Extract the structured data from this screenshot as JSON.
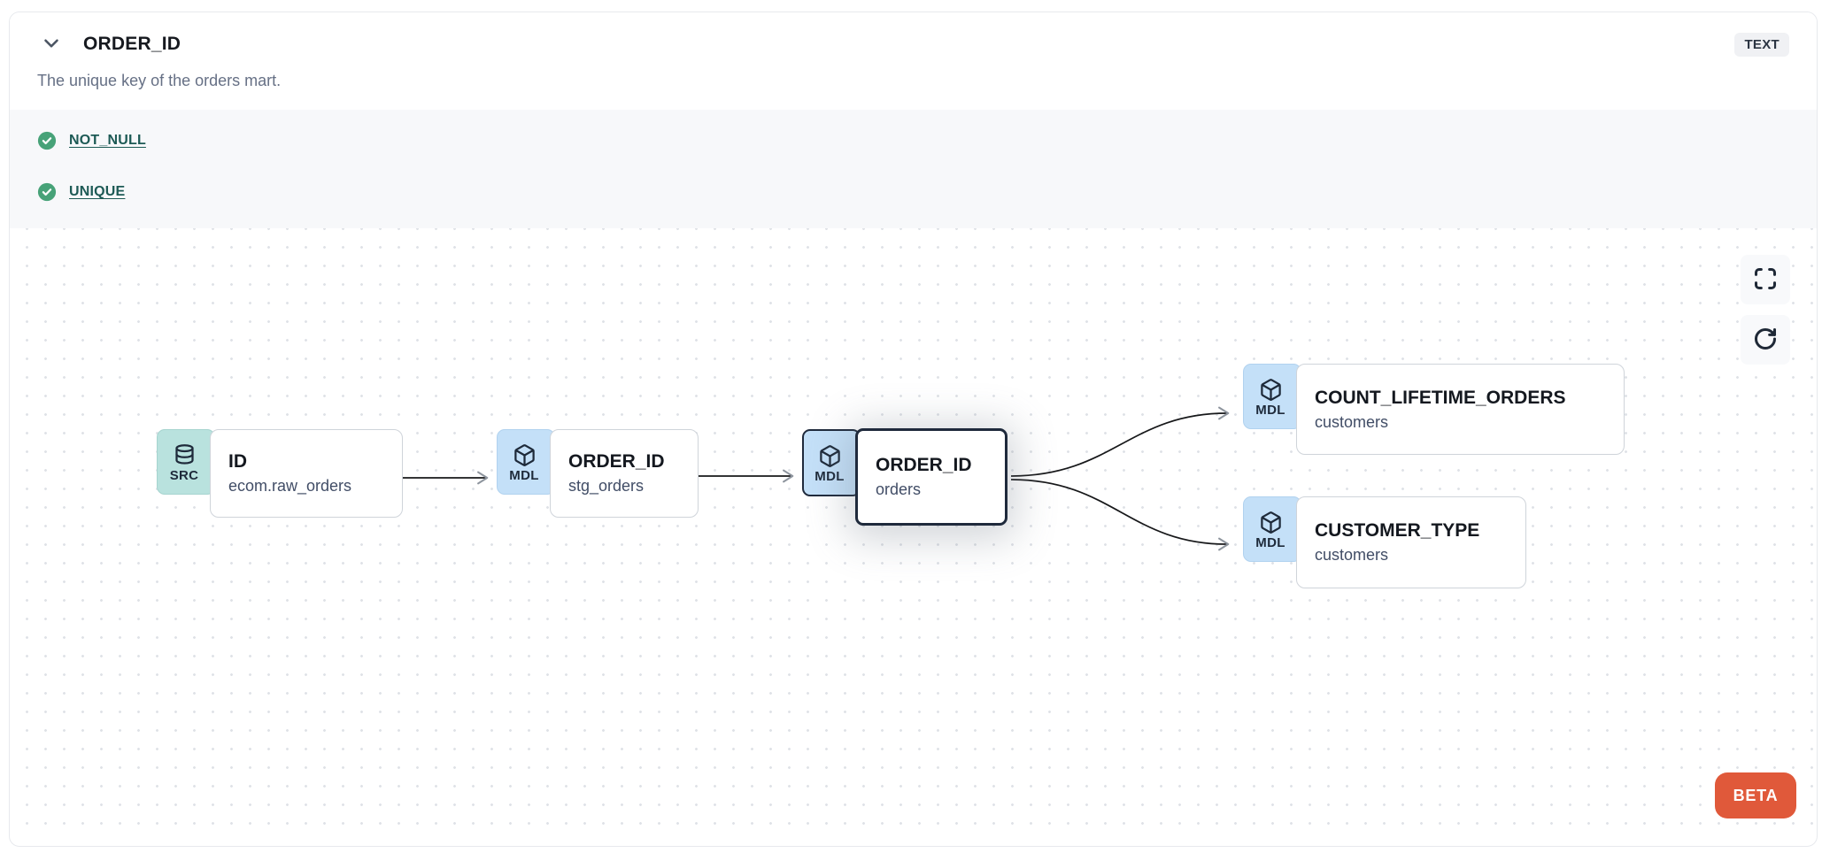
{
  "header": {
    "title": "ORDER_ID",
    "type_badge": "TEXT",
    "description": "The unique key of the orders mart."
  },
  "tests": {
    "items": [
      {
        "label": "NOT_NULL",
        "status": "pass"
      },
      {
        "label": "UNIQUE",
        "status": "pass"
      }
    ]
  },
  "lineage": {
    "nodes": [
      {
        "badge": "SRC",
        "icon": "database-icon",
        "title": "ID",
        "subtitle": "ecom.raw_orders",
        "selected": false
      },
      {
        "badge": "MDL",
        "icon": "box-icon",
        "title": "ORDER_ID",
        "subtitle": "stg_orders",
        "selected": false
      },
      {
        "badge": "MDL",
        "icon": "box-icon",
        "title": "ORDER_ID",
        "subtitle": "orders",
        "selected": true
      },
      {
        "badge": "MDL",
        "icon": "box-icon",
        "title": "COUNT_LIFETIME_ORDERS",
        "subtitle": "customers",
        "selected": false
      },
      {
        "badge": "MDL",
        "icon": "box-icon",
        "title": "CUSTOMER_TYPE",
        "subtitle": "customers",
        "selected": false
      }
    ],
    "beta_label": "BETA"
  },
  "colors": {
    "test_pass_green": "#47a278",
    "test_link_teal": "#1d5a55",
    "src_badge_teal": "#b9e2de",
    "mdl_badge_blue": "#c4e0f8",
    "selected_border_navy": "#1f2a3c",
    "beta_orange": "#e0593a",
    "edge_black": "#17181a"
  }
}
